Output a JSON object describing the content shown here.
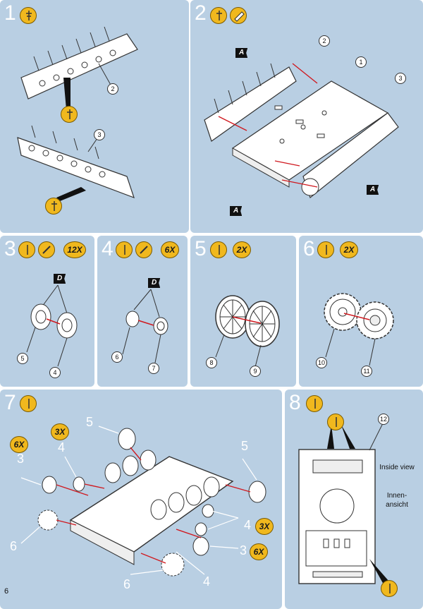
{
  "steps": [
    {
      "number": "1"
    },
    {
      "number": "2"
    },
    {
      "number": "3",
      "qty": "12X",
      "tag": "D",
      "parts": [
        "5",
        "4"
      ]
    },
    {
      "number": "4",
      "qty": "6X",
      "tag": "D",
      "parts": [
        "6",
        "7"
      ]
    },
    {
      "number": "5",
      "qty": "2X",
      "parts": [
        "8",
        "9"
      ]
    },
    {
      "number": "6",
      "qty": "2X",
      "parts": [
        "10",
        "11"
      ]
    },
    {
      "number": "7"
    },
    {
      "number": "8"
    }
  ],
  "step1": {
    "parts": [
      "2",
      "3"
    ]
  },
  "step2": {
    "parts": [
      "2",
      "1",
      "3"
    ],
    "tags": [
      "A",
      "A",
      "A"
    ]
  },
  "step7": {
    "qty_labels": [
      "3X",
      "6X",
      "3X",
      "6X"
    ],
    "part_numbers": [
      "5",
      "4",
      "3",
      "6",
      "5",
      "4",
      "3",
      "6",
      "4"
    ]
  },
  "step8": {
    "part": "12",
    "inside_view": "Inside view",
    "innen_ansicht": "Innen-ansicht"
  },
  "page_number": "6",
  "colors": {
    "panel": "#b9cfe3",
    "icon": "#f0b81e",
    "step_number": "#ffffff"
  },
  "icons": [
    "glue-icon",
    "paint-icon",
    "brush-icon"
  ]
}
